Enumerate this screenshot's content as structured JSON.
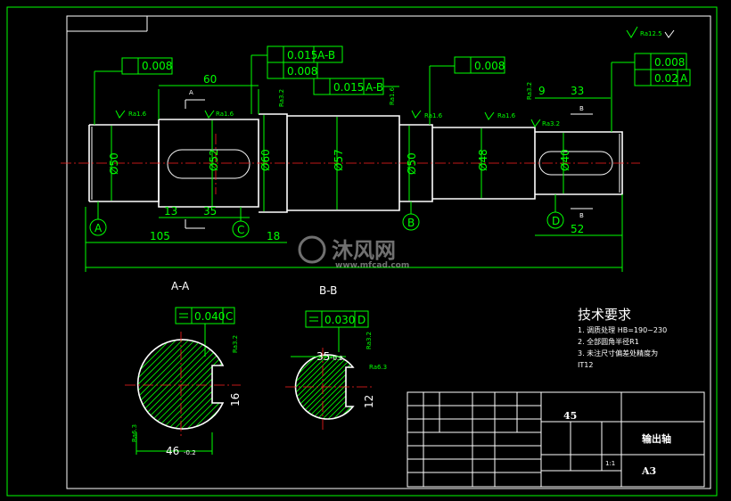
{
  "drawing": {
    "sheet_roughness": "Ra12.5",
    "gtols_top": {
      "left_runout": "0.008",
      "center_a": "0.015",
      "center_a_ref": "A-B",
      "center_b": "0.008",
      "center_c": "0.015",
      "center_c_ref": "A-B",
      "right_runout": "0.008",
      "far_right_a": "0.008",
      "far_right_b": "0.02",
      "far_right_b_ref": "A"
    },
    "dims": {
      "d60": "60",
      "d33": "33",
      "d9": "9",
      "d105": "105",
      "d18": "18",
      "d52": "52",
      "d13": "13",
      "d35": "35",
      "dia50a": "Ø50",
      "dia52": "Ø52",
      "dia60": "Ø60",
      "dia57": "Ø57",
      "dia50b": "Ø50",
      "dia48": "Ø48",
      "dia40": "Ø40"
    },
    "roughness": {
      "r1": "Ra1.6",
      "r2": "Ra1.6",
      "r3": "Ra3.2",
      "r4": "Ra1.6",
      "r5": "Ra1.6",
      "r6": "Ra1.6",
      "r7": "Ra3.2",
      "r8": "Ra3.2"
    },
    "datums": {
      "a": "A",
      "b": "B",
      "c": "C",
      "d": "D"
    },
    "sections": {
      "aa_label": "A-A",
      "bb_label": "B-B",
      "aa_tol_value": "0.040",
      "aa_tol_ref": "C",
      "bb_tol_value": "0.030",
      "bb_tol_ref": "D",
      "aa_dim": "46",
      "aa_dim_tol": "-0.2",
      "aa_width": "16",
      "bb_dim": "35",
      "bb_dim_tol": "-0.2",
      "bb_width": "12",
      "aa_r1": "Ra3.2",
      "aa_r2": "Ra6.3",
      "bb_r1": "Ra3.2",
      "bb_r2": "Ra6.3"
    },
    "section_marks": {
      "a": "A",
      "b": "B"
    }
  },
  "requirements": {
    "title": "技术要求",
    "items": [
      "1. 调质处理 HB=190~230",
      "2. 全部圆角半径R1",
      "3. 未注尺寸偏差处精度为",
      "IT12"
    ]
  },
  "title_block": {
    "material": "45",
    "part_name": "输出轴",
    "sheet_size": "A3",
    "scale": "1:1"
  },
  "watermark": {
    "brand": "沐风网",
    "url": "www.mfcad.com"
  }
}
